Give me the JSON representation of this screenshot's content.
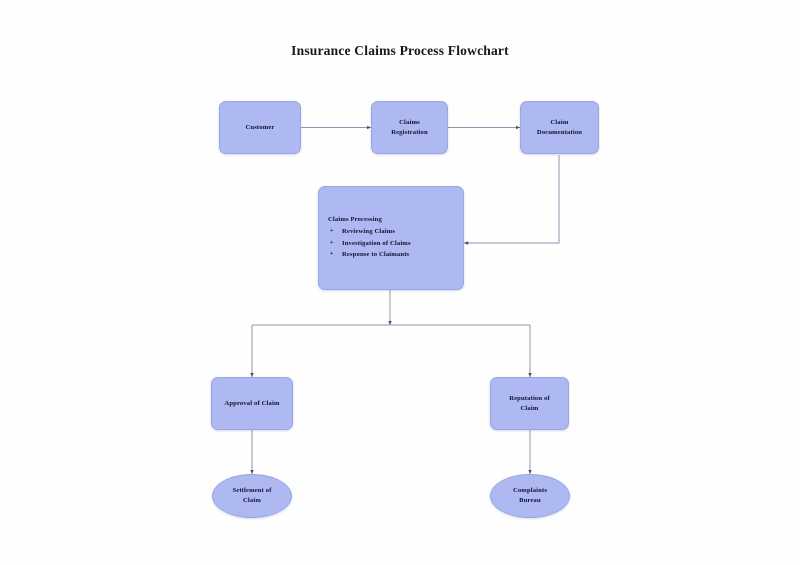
{
  "title": "Insurance Claims Process Flowchart",
  "theme": {
    "node_fill": "#aeb9f1",
    "node_border": "#9aa6e4",
    "connector": "#8f96ad",
    "text": "#101030",
    "background": "#fefefe"
  },
  "nodes": {
    "customer": {
      "label": "Customer",
      "shape": "rounded-rectangle"
    },
    "claims_registration": {
      "label": "Claims\nRegistration",
      "shape": "rounded-rectangle"
    },
    "claim_documentation": {
      "label": "Claim\nDocumentation",
      "shape": "rounded-rectangle"
    },
    "claims_processing": {
      "heading": "Claims Processing",
      "shape": "rounded-rectangle",
      "bullet": "+",
      "items": [
        "Reviewing Claims",
        "Investigation of Claims",
        "Response to Claimants"
      ]
    },
    "approval_of_claim": {
      "label": "Approval of Claim",
      "shape": "rounded-rectangle"
    },
    "reputation_of_claim": {
      "label": "Reputation of\nClaim",
      "shape": "rounded-rectangle"
    },
    "settlement_of_claim": {
      "label": "Settlement of\nClaim",
      "shape": "ellipse"
    },
    "complaints_bureau": {
      "label": "Complaints\nBureau",
      "shape": "ellipse"
    }
  },
  "edges": [
    {
      "name": "customer-to-registration",
      "from": "customer",
      "to": "claims_registration"
    },
    {
      "name": "registration-to-documentation",
      "from": "claims_registration",
      "to": "claim_documentation"
    },
    {
      "name": "documentation-to-processing",
      "from": "claim_documentation",
      "to": "claims_processing"
    },
    {
      "name": "processing-to-approval",
      "from": "claims_processing",
      "to": "approval_of_claim"
    },
    {
      "name": "processing-to-reputation",
      "from": "claims_processing",
      "to": "reputation_of_claim"
    },
    {
      "name": "approval-to-settlement",
      "from": "approval_of_claim",
      "to": "settlement_of_claim"
    },
    {
      "name": "reputation-to-complaints",
      "from": "reputation_of_claim",
      "to": "complaints_bureau"
    }
  ]
}
